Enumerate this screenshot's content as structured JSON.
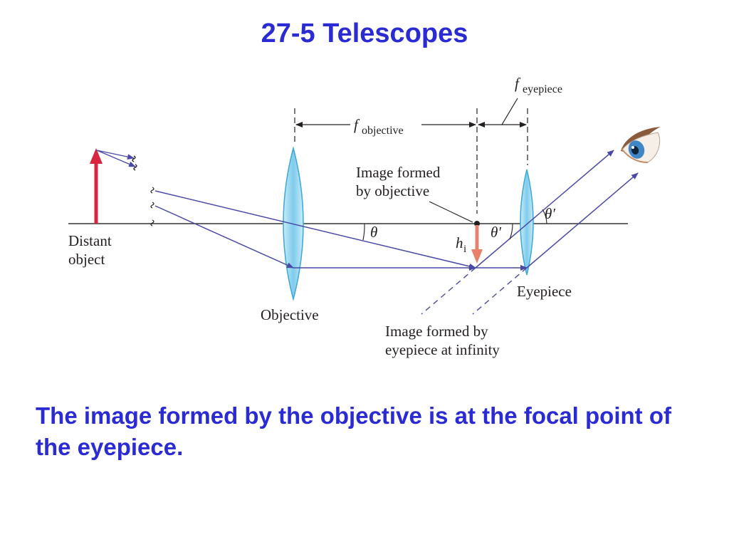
{
  "title": "27-5 Telescopes",
  "caption": "The image formed by the objective is at the focal point of the eyepiece.",
  "diagram": {
    "labels": {
      "distant_object_line1": "Distant",
      "distant_object_line2": "object",
      "objective": "Objective",
      "eyepiece": "Eyepiece",
      "image_by_objective_line1": "Image formed",
      "image_by_objective_line2": "by objective",
      "image_by_eyepiece_line1": "Image formed by",
      "image_by_eyepiece_line2": "eyepiece at infinity",
      "f_objective_symbol": "f",
      "f_objective_sub": "objective",
      "f_eyepiece_symbol": "f",
      "f_eyepiece_sub": "eyepiece",
      "theta": "θ",
      "theta_prime_1": "θ′",
      "theta_prime_2": "θ′",
      "h_symbol": "h",
      "h_sub": "i"
    }
  },
  "colors": {
    "title_text": "#2b2bd4",
    "caption_text": "#2b2bd4",
    "ray": "#4a4aa6",
    "object_arrow": "#d7263d",
    "image_arrow": "#e8806a",
    "lens_fill": "#9fd8f0",
    "lens_edge": "#3aa8d8",
    "axis": "#333333"
  },
  "icons": {
    "eye": "eye-icon"
  }
}
